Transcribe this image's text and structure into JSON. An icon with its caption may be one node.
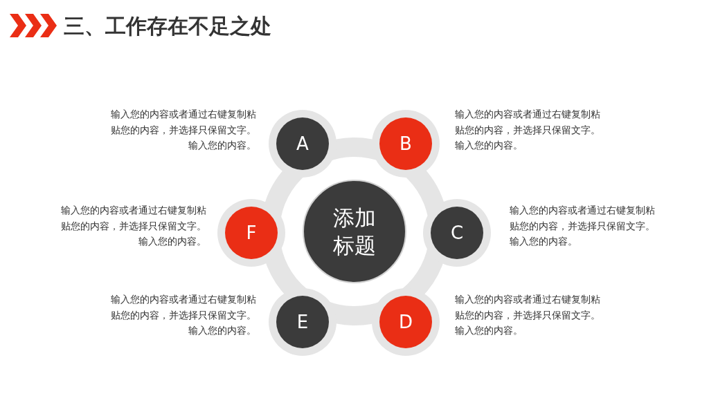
{
  "diagram": {
    "title": "三、工作存在不足之处",
    "nodes": [
      {
        "text": [
          "A"
        ],
        "beside": [
          "输入您的内容或者通过右键复制粘贴您的内容，并选择只保留文字。输入您的内容。"
        ]
      },
      {
        "text": [
          "B"
        ],
        "beside": [
          "输入您的内容或者通过右键复制粘贴您的内容，并选择只保留文字。输入您的内容。"
        ]
      },
      {
        "text": [
          "F"
        ],
        "beside": [
          "输入您的内容或者通过右键复制粘贴您的内容，并选择只保留文字。输入您的内容。"
        ]
      },
      {
        "text": [
          "添加标题"
        ]
      },
      {
        "text": [
          "C"
        ],
        "beside": [
          "输入您的内容或者通过右键复制粘贴您的内容，并选择只保留文字。输入您的内容。"
        ]
      },
      {
        "text": [
          "E"
        ],
        "beside": [
          "输入您的内容或者通过右键复制粘贴您的内容，并选择只保留文字。输入您的内容。"
        ]
      },
      {
        "text": [
          "D"
        ],
        "beside": [
          "输入您的内容或者通过右键复制粘贴您的内容，并选择只保留文字。输入您的内容。"
        ]
      }
    ]
  }
}
